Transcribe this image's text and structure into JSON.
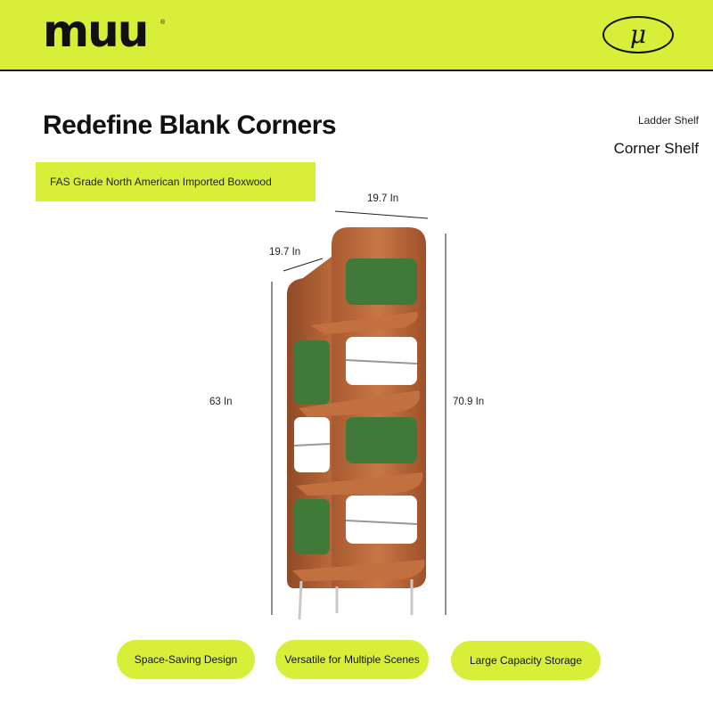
{
  "header": {
    "brand": "muu",
    "trademark": "®",
    "badge_glyph": "μ",
    "badge_icon": "mu-monogram-icon",
    "background_color": "#d8ef3a"
  },
  "headline": "Redefine Blank Corners",
  "tags": {
    "small": "Ladder Shelf",
    "large": "Corner Shelf"
  },
  "material_strip": {
    "text": "FAS Grade North American Imported Boxwood"
  },
  "dimensions": {
    "top_width": "19.7 In",
    "side_depth": "19.7 In",
    "left_height": "63 In",
    "right_height": "70.9 In"
  },
  "features": [
    {
      "label": "Space-Saving Design"
    },
    {
      "label": "Versatile for Multiple Scenes"
    },
    {
      "label": "Large Capacity Storage"
    }
  ],
  "colors": {
    "accent": "#d8ef3a",
    "wood": "#b8683a",
    "panel_green": "#3f7a3a"
  }
}
